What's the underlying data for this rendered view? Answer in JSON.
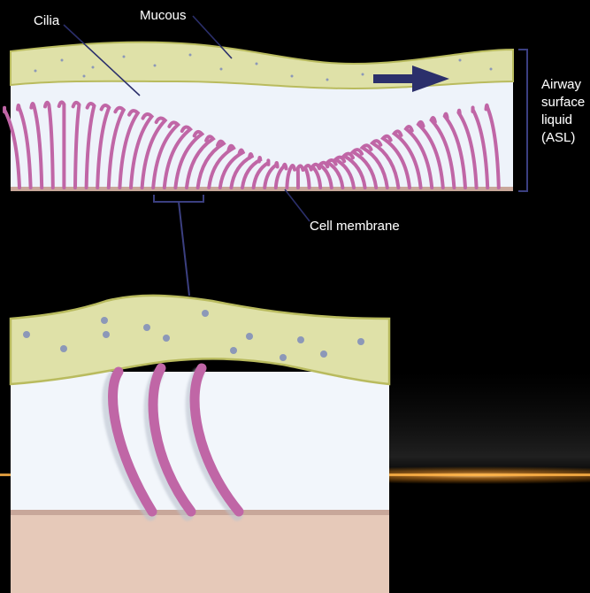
{
  "labels": {
    "cilia": "Cilia",
    "mucous": "Mucous",
    "cell_membrane": "Cell membrane",
    "asl": [
      "Airway",
      "surface",
      "liquid",
      "(ASL)"
    ]
  },
  "colors": {
    "background": "#000000",
    "mucus": "#dfe1a8",
    "mucus_edge": "#b9bb5e",
    "asl_liquid": "#eef3fa",
    "cilia": "#c066a6",
    "cell_membrane": "#c8a79a",
    "cell_body": "#e6c9b9",
    "arrow": "#2b2f6b",
    "dots": "#8c98b8",
    "glow": "#ffb347"
  },
  "icons": {
    "flow_direction": "right-arrow-icon"
  }
}
